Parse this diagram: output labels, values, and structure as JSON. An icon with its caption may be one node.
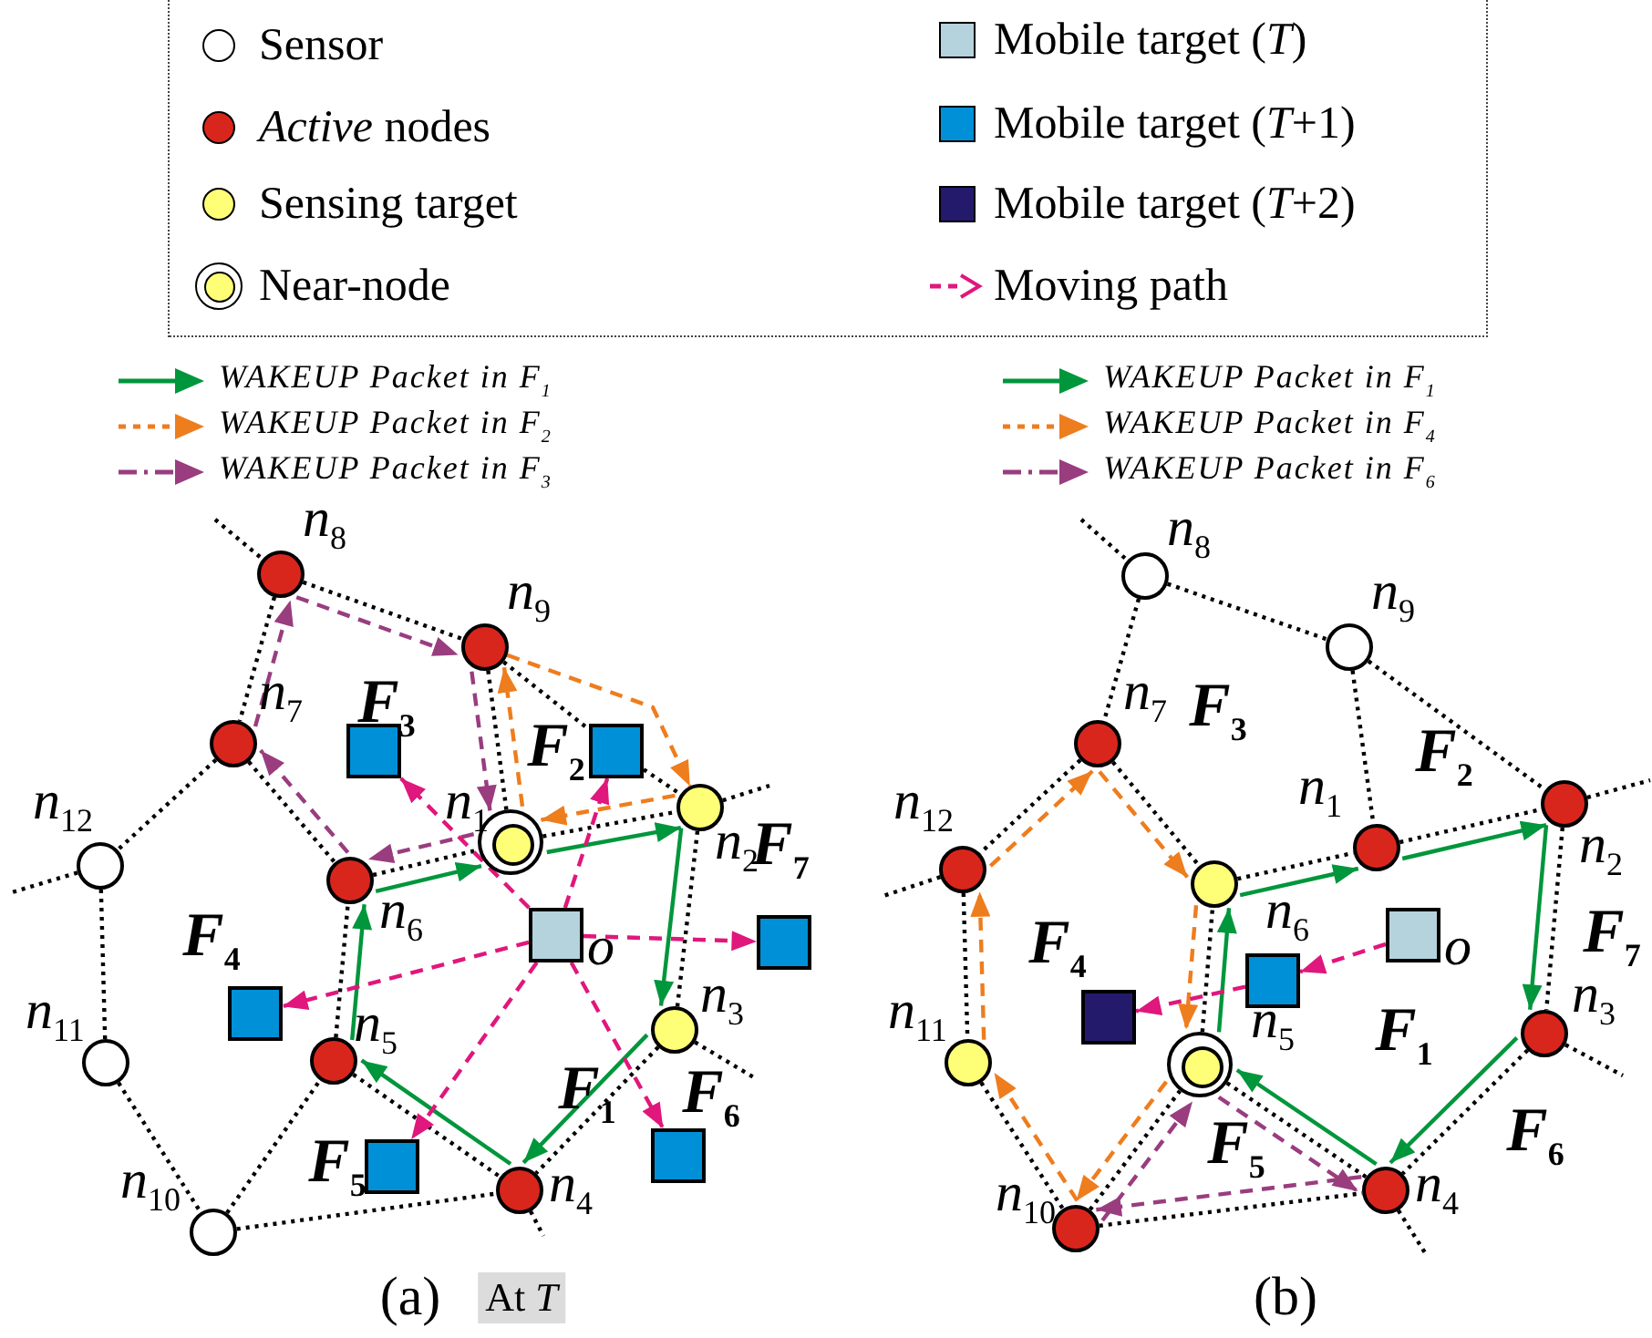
{
  "diagram": {
    "nodes": [
      {
        "text": [],
        "shape": "circle",
        "beside": [
          "n$_{1}$"
        ]
      },
      {
        "text": [],
        "shape": "circle",
        "beside": [
          "n$_{2}$"
        ]
      },
      {
        "text": [],
        "shape": "circle",
        "beside": [
          "n$_{3}$"
        ]
      },
      {
        "text": [],
        "shape": "circle",
        "beside": [
          "n$_{4}$"
        ]
      },
      {
        "text": [],
        "shape": "circle",
        "beside": [
          "n$_{5}$"
        ]
      },
      {
        "text": [],
        "shape": "circle",
        "beside": [
          "n$_{6}$"
        ]
      },
      {
        "text": [],
        "shape": "circle",
        "beside": [
          "n$_{7}$"
        ]
      },
      {
        "text": [],
        "shape": "circle",
        "beside": [
          "n$_{8}$"
        ]
      },
      {
        "text": [],
        "shape": "circle",
        "beside": [
          "n$_{9}$"
        ]
      },
      {
        "text": [],
        "shape": "circle",
        "beside": [
          "n$_{10}$"
        ]
      },
      {
        "text": [],
        "shape": "circle",
        "beside": [
          "n$_{11}$"
        ]
      },
      {
        "text": [],
        "shape": "circle",
        "beside": [
          "n$_{12}$"
        ]
      },
      {
        "text": [],
        "shape": "box",
        "beside": [
          "o"
        ]
      },
      {
        "text": [],
        "shape": "box"
      },
      {
        "text": [],
        "shape": "box"
      },
      {
        "text": [],
        "shape": "box"
      },
      {
        "text": [],
        "shape": "box"
      },
      {
        "text": [],
        "shape": "box"
      },
      {
        "text": [],
        "shape": "box"
      },
      {
        "text": [],
        "shape": "circle",
        "beside": [
          "n$_{1}$"
        ]
      },
      {
        "text": [],
        "shape": "circle",
        "beside": [
          "n$_{2}$"
        ]
      },
      {
        "text": [],
        "shape": "circle",
        "beside": [
          "n$_{3}$"
        ]
      },
      {
        "text": [],
        "shape": "circle",
        "beside": [
          "n$_{4}$"
        ]
      },
      {
        "text": [],
        "shape": "circle",
        "beside": [
          "n$_{5}$"
        ]
      },
      {
        "text": [],
        "shape": "circle",
        "beside": [
          "n$_{6}$"
        ]
      },
      {
        "text": [],
        "shape": "circle",
        "beside": [
          "n$_{7}$"
        ]
      },
      {
        "text": [],
        "shape": "circle",
        "beside": [
          "n$_{8}$"
        ]
      },
      {
        "text": [],
        "shape": "circle",
        "beside": [
          "n$_{9}$"
        ]
      },
      {
        "text": [],
        "shape": "circle",
        "beside": [
          "n$_{10}$"
        ]
      },
      {
        "text": [],
        "shape": "circle",
        "beside": [
          "n$_{11}$"
        ]
      },
      {
        "text": [],
        "shape": "circle",
        "beside": [
          "n$_{12}$"
        ]
      },
      {
        "text": [],
        "shape": "box",
        "beside": [
          "o"
        ]
      },
      {
        "text": [],
        "shape": "box"
      },
      {
        "text": [],
        "shape": "box"
      }
    ],
    "edges": [
      {
        "from": null,
        "to": 7,
        "arrow": "none",
        "style": "dashed"
      },
      {
        "from": 7,
        "to": 8,
        "arrow": "none",
        "style": "dashed"
      },
      {
        "from": 7,
        "to": 6,
        "arrow": "none",
        "style": "dashed"
      },
      {
        "from": 8,
        "to": 0,
        "arrow": "none",
        "style": "dashed"
      },
      {
        "from": 8,
        "to": 14,
        "arrow": "none",
        "style": "dashed"
      },
      {
        "from": 14,
        "to": 1,
        "arrow": "none",
        "style": "dashed"
      },
      {
        "from": 6,
        "to": 11,
        "arrow": "none",
        "style": "dashed"
      },
      {
        "from": 6,
        "to": 5,
        "arrow": "none",
        "style": "dashed"
      },
      {
        "from": 11,
        "to": null,
        "arrow": "none",
        "style": "dashed"
      },
      {
        "from": 11,
        "to": 10,
        "arrow": "none",
        "style": "dashed"
      },
      {
        "from": 10,
        "to": 9,
        "arrow": "none",
        "style": "dashed"
      },
      {
        "from": 9,
        "to": 4,
        "arrow": "none",
        "style": "dashed"
      },
      {
        "from": 9,
        "to": 3,
        "arrow": "none",
        "style": "dashed"
      },
      {
        "from": 4,
        "to": 5,
        "arrow": "none",
        "style": "dashed"
      },
      {
        "from": 4,
        "to": 3,
        "arrow": "none",
        "style": "dashed"
      },
      {
        "from": 5,
        "to": 0,
        "arrow": "none",
        "style": "dashed"
      },
      {
        "from": 0,
        "to": 1,
        "arrow": "none",
        "style": "dashed"
      },
      {
        "from": 1,
        "to": null,
        "arrow": "none",
        "style": "dashed"
      },
      {
        "from": 1,
        "to": 2,
        "arrow": "none",
        "style": "dashed"
      },
      {
        "from": 2,
        "to": 3,
        "arrow": "none",
        "style": "dashed"
      },
      {
        "from": 2,
        "to": null,
        "arrow": "none",
        "style": "dashed"
      },
      {
        "from": 3,
        "to": null,
        "arrow": "none",
        "style": "dashed"
      },
      {
        "from": 5,
        "to": 0,
        "arrow": "to",
        "color": "#00963c"
      },
      {
        "from": 0,
        "to": 1,
        "arrow": "to",
        "color": "#00963c"
      },
      {
        "from": 1,
        "to": 2,
        "arrow": "to",
        "color": "#00963c"
      },
      {
        "from": 2,
        "to": 3,
        "arrow": "to",
        "color": "#00963c"
      },
      {
        "from": 3,
        "to": 4,
        "arrow": "to",
        "color": "#00963c"
      },
      {
        "from": 4,
        "to": 5,
        "arrow": "to",
        "color": "#00963c"
      },
      {
        "from": 0,
        "to": 8,
        "arrow": "to",
        "style": "dashed",
        "color": "#ee7d1e"
      },
      {
        "from": 8,
        "to": 1,
        "arrow": "to",
        "style": "dashed",
        "color": "#ee7d1e"
      },
      {
        "from": 1,
        "to": 0,
        "arrow": "to",
        "style": "dashed",
        "color": "#ee7d1e"
      },
      {
        "from": 0,
        "to": 5,
        "arrow": "to",
        "style": "dashed",
        "color": "#993d7f"
      },
      {
        "from": 5,
        "to": 6,
        "arrow": "to",
        "style": "dashed",
        "color": "#993d7f"
      },
      {
        "from": 6,
        "to": 7,
        "arrow": "to",
        "style": "dashed",
        "color": "#993d7f"
      },
      {
        "from": 7,
        "to": 8,
        "arrow": "to",
        "style": "dashed",
        "color": "#993d7f"
      },
      {
        "from": 8,
        "to": 0,
        "arrow": "to",
        "style": "dashed",
        "color": "#993d7f"
      },
      {
        "from": 12,
        "to": 13,
        "arrow": "to",
        "style": "dashed",
        "color": "#e0177c"
      },
      {
        "from": 12,
        "to": 14,
        "arrow": "to",
        "style": "dashed",
        "color": "#e0177c"
      },
      {
        "from": 12,
        "to": 15,
        "arrow": "to",
        "style": "dashed",
        "color": "#e0177c"
      },
      {
        "from": 12,
        "to": 16,
        "arrow": "to",
        "style": "dashed",
        "color": "#e0177c"
      },
      {
        "from": 12,
        "to": 17,
        "arrow": "to",
        "style": "dashed",
        "color": "#e0177c"
      },
      {
        "from": 12,
        "to": 18,
        "arrow": "to",
        "style": "dashed",
        "color": "#e0177c"
      },
      {
        "from": null,
        "to": 26,
        "arrow": "none",
        "style": "dashed"
      },
      {
        "from": 26,
        "to": 27,
        "arrow": "none",
        "style": "dashed"
      },
      {
        "from": 26,
        "to": 25,
        "arrow": "none",
        "style": "dashed"
      },
      {
        "from": 27,
        "to": 19,
        "arrow": "none",
        "style": "dashed"
      },
      {
        "from": 27,
        "to": 20,
        "arrow": "none",
        "style": "dashed"
      },
      {
        "from": 25,
        "to": 30,
        "arrow": "none",
        "style": "dashed"
      },
      {
        "from": 25,
        "to": 24,
        "arrow": "none",
        "style": "dashed"
      },
      {
        "from": 30,
        "to": null,
        "arrow": "none",
        "style": "dashed"
      },
      {
        "from": 30,
        "to": 29,
        "arrow": "none",
        "style": "dashed"
      },
      {
        "from": 29,
        "to": 28,
        "arrow": "none",
        "style": "dashed"
      },
      {
        "from": 28,
        "to": 23,
        "arrow": "none",
        "style": "dashed"
      },
      {
        "from": 28,
        "to": 22,
        "arrow": "none",
        "style": "dashed"
      },
      {
        "from": 23,
        "to": 24,
        "arrow": "none",
        "style": "dashed"
      },
      {
        "from": 23,
        "to": 22,
        "arrow": "none",
        "style": "dashed"
      },
      {
        "from": 24,
        "to": 19,
        "arrow": "none",
        "style": "dashed"
      },
      {
        "from": 19,
        "to": 20,
        "arrow": "none",
        "style": "dashed"
      },
      {
        "from": 20,
        "to": null,
        "arrow": "none",
        "style": "dashed"
      },
      {
        "from": 20,
        "to": 21,
        "arrow": "none",
        "style": "dashed"
      },
      {
        "from": 21,
        "to": 22,
        "arrow": "none",
        "style": "dashed"
      },
      {
        "from": 21,
        "to": null,
        "arrow": "none",
        "style": "dashed"
      },
      {
        "from": 22,
        "to": null,
        "arrow": "none",
        "style": "dashed"
      },
      {
        "from": 24,
        "to": 19,
        "arrow": "to",
        "color": "#00963c"
      },
      {
        "from": 19,
        "to": 20,
        "arrow": "to",
        "color": "#00963c"
      },
      {
        "from": 20,
        "to": 21,
        "arrow": "to",
        "color": "#00963c"
      },
      {
        "from": 21,
        "to": 22,
        "arrow": "to",
        "color": "#00963c"
      },
      {
        "from": 22,
        "to": 23,
        "arrow": "to",
        "color": "#00963c"
      },
      {
        "from": 23,
        "to": 24,
        "arrow": "to",
        "color": "#00963c"
      },
      {
        "from": 24,
        "to": 23,
        "arrow": "to",
        "style": "dashed",
        "color": "#ee7d1e"
      },
      {
        "from": 23,
        "to": 28,
        "arrow": "to",
        "style": "dashed",
        "color": "#ee7d1e"
      },
      {
        "from": 28,
        "to": 29,
        "arrow": "to",
        "style": "dashed",
        "color": "#ee7d1e"
      },
      {
        "from": 29,
        "to": 30,
        "arrow": "to",
        "style": "dashed",
        "color": "#ee7d1e"
      },
      {
        "from": 30,
        "to": 25,
        "arrow": "to",
        "style": "dashed",
        "color": "#ee7d1e"
      },
      {
        "from": 25,
        "to": 24,
        "arrow": "to",
        "style": "dashed",
        "color": "#ee7d1e"
      },
      {
        "from": 28,
        "to": 23,
        "arrow": "to",
        "style": "dashed",
        "color": "#993d7f"
      },
      {
        "from": 23,
        "to": 22,
        "arrow": "to",
        "style": "dashed",
        "color": "#993d7f"
      },
      {
        "from": 22,
        "to": 28,
        "arrow": "to",
        "style": "dashed",
        "color": "#993d7f"
      },
      {
        "from": 31,
        "to": 32,
        "arrow": "to",
        "style": "dashed",
        "color": "#e0177c"
      },
      {
        "from": 32,
        "to": 33,
        "arrow": "to",
        "style": "dashed",
        "color": "#e0177c"
      }
    ],
    "labels": [
      "F$_{3}$",
      "F$_{2}$",
      "F$_{7}$",
      "F$_{4}$",
      "F$_{1}$",
      "F$_{5}$",
      "F$_{6}$",
      "F$_{3}$",
      "F$_{2}$",
      "F$_{4}$",
      "F$_{7}$",
      "F$_{1}$",
      "F$_{6}$",
      "F$_{5}$",
      "(a)",
      "At *T*",
      "(b)"
    ],
    "legend": [
      {
        "text": "Sensor",
        "color": "#ffffff"
      },
      {
        "text": "*Active* nodes",
        "color": "#d9261c"
      },
      {
        "text": "Sensing target",
        "color": "#ffff77"
      },
      {
        "text": "Near-node"
      },
      {
        "text": "Mobile target (*T*)",
        "color": "#b5d3dc"
      },
      {
        "text": "Mobile target (*T*+1)",
        "color": "#0090d8"
      },
      {
        "text": "Mobile target (*T*+2)",
        "color": "#241a6b"
      },
      {
        "text": "Moving path"
      },
      {
        "text": "WAKEUP Packet in F$_{1}$"
      },
      {
        "text": "WAKEUP Packet in F$_{2}$"
      },
      {
        "text": "WAKEUP Packet in F$_{3}$"
      },
      {
        "text": "WAKEUP Packet in F$_{1}$"
      },
      {
        "text": "WAKEUP Packet in F$_{4}$"
      },
      {
        "text": "WAKEUP Packet in F$_{6}$"
      }
    ]
  }
}
